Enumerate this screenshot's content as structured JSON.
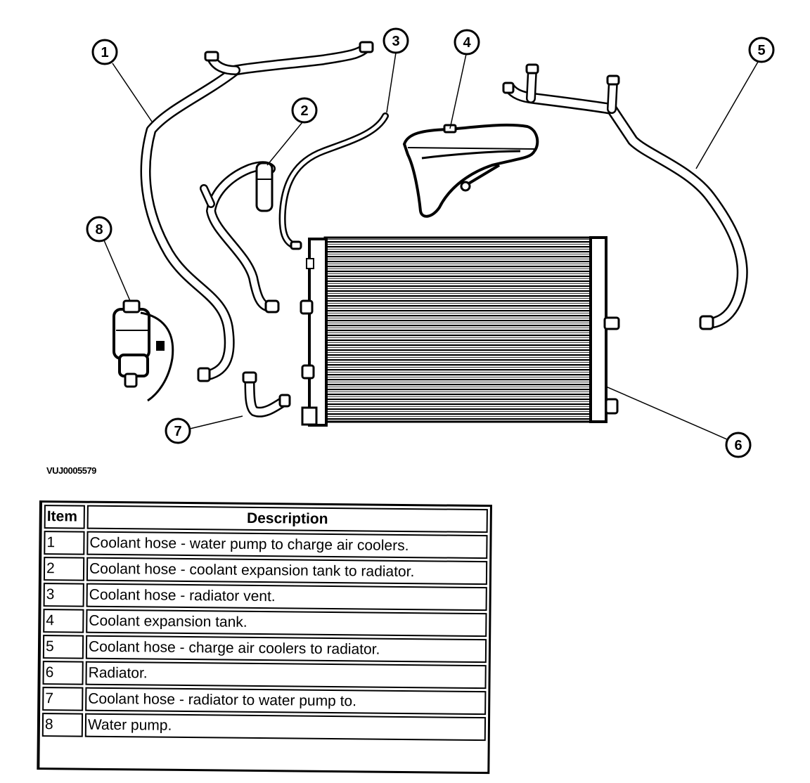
{
  "figure_code": "VUJ0005579",
  "callouts": [
    "1",
    "2",
    "3",
    "4",
    "5",
    "6",
    "7",
    "8"
  ],
  "table": {
    "headers": {
      "item": "Item",
      "description": "Description"
    },
    "rows": [
      {
        "item": "1",
        "description": "Coolant hose - water pump to charge air coolers."
      },
      {
        "item": "2",
        "description": "Coolant hose - coolant expansion tank to radiator."
      },
      {
        "item": "3",
        "description": "Coolant hose - radiator vent."
      },
      {
        "item": "4",
        "description": "Coolant expansion tank."
      },
      {
        "item": "5",
        "description": "Coolant hose - charge air coolers to radiator."
      },
      {
        "item": "6",
        "description": "Radiator."
      },
      {
        "item": "7",
        "description": "Coolant hose - radiator to water pump to."
      },
      {
        "item": "8",
        "description": "Water pump."
      }
    ]
  }
}
